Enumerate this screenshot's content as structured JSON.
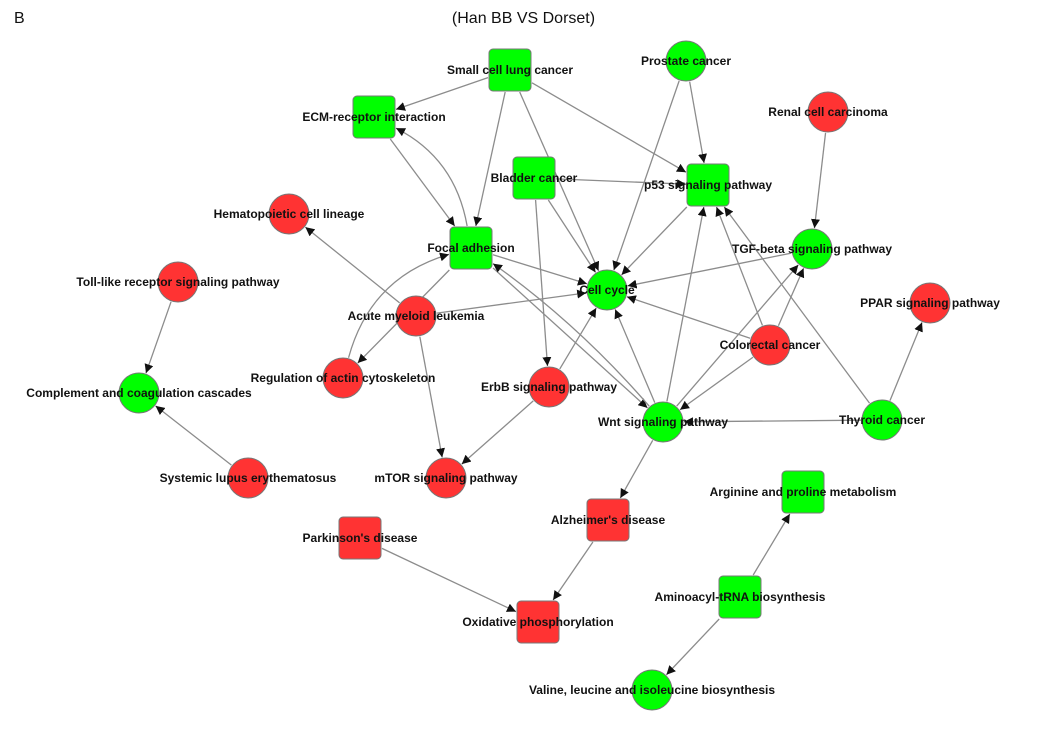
{
  "panel_letter": "B",
  "title": "(Han BB VS Dorset)",
  "colors": {
    "up": "#00ff00",
    "down": "#ff3333",
    "edge": "#8c8c8c"
  },
  "chart_data": {
    "type": "network",
    "title": "(Han BB VS Dorset)",
    "legend": "none",
    "nodes": [
      {
        "id": "sclc",
        "label": "Small cell lung cancer",
        "shape": "square",
        "color": "green"
      },
      {
        "id": "prostate",
        "label": "Prostate cancer",
        "shape": "circle",
        "color": "green"
      },
      {
        "id": "ecm",
        "label": "ECM-receptor interaction",
        "shape": "square",
        "color": "green"
      },
      {
        "id": "renal",
        "label": "Renal cell carcinoma",
        "shape": "circle",
        "color": "red"
      },
      {
        "id": "bladder",
        "label": "Bladder cancer",
        "shape": "square",
        "color": "green"
      },
      {
        "id": "p53",
        "label": "p53 signaling pathway",
        "shape": "square",
        "color": "green"
      },
      {
        "id": "hema",
        "label": "Hematopoietic cell lineage",
        "shape": "circle",
        "color": "red"
      },
      {
        "id": "focal",
        "label": "Focal adhesion",
        "shape": "square",
        "color": "green"
      },
      {
        "id": "tgf",
        "label": "TGF-beta signaling pathway",
        "shape": "circle",
        "color": "green"
      },
      {
        "id": "toll",
        "label": "Toll-like receptor signaling pathway",
        "shape": "circle",
        "color": "red"
      },
      {
        "id": "cellcycle",
        "label": "Cell cycle",
        "shape": "circle",
        "color": "green"
      },
      {
        "id": "ppar",
        "label": "PPAR signaling pathway",
        "shape": "circle",
        "color": "red"
      },
      {
        "id": "aml",
        "label": "Acute myeloid leukemia",
        "shape": "circle",
        "color": "red"
      },
      {
        "id": "colorectal",
        "label": "Colorectal cancer",
        "shape": "circle",
        "color": "red"
      },
      {
        "id": "actin",
        "label": "Regulation of actin cytoskeleton",
        "shape": "circle",
        "color": "red"
      },
      {
        "id": "erbb",
        "label": "ErbB signaling pathway",
        "shape": "circle",
        "color": "red"
      },
      {
        "id": "complement",
        "label": "Complement and coagulation cascades",
        "shape": "circle",
        "color": "green"
      },
      {
        "id": "wnt",
        "label": "Wnt signaling pathway",
        "shape": "circle",
        "color": "green"
      },
      {
        "id": "thyroid",
        "label": "Thyroid cancer",
        "shape": "circle",
        "color": "green"
      },
      {
        "id": "sle",
        "label": "Systemic lupus erythematosus",
        "shape": "circle",
        "color": "red"
      },
      {
        "id": "mtor",
        "label": "mTOR signaling pathway",
        "shape": "circle",
        "color": "red"
      },
      {
        "id": "arginine",
        "label": "Arginine and proline metabolism",
        "shape": "square",
        "color": "green"
      },
      {
        "id": "alzheimer",
        "label": "Alzheimer's disease",
        "shape": "square",
        "color": "red"
      },
      {
        "id": "parkinson",
        "label": "Parkinson's disease",
        "shape": "square",
        "color": "red"
      },
      {
        "id": "aminoacyl",
        "label": "Aminoacyl-tRNA biosynthesis",
        "shape": "square",
        "color": "green"
      },
      {
        "id": "oxphos",
        "label": "Oxidative phosphorylation",
        "shape": "square",
        "color": "red"
      },
      {
        "id": "valine",
        "label": "Valine, leucine and isoleucine biosynthesis",
        "shape": "circle",
        "color": "green"
      }
    ],
    "edges": [
      {
        "source": "sclc",
        "target": "ecm"
      },
      {
        "source": "sclc",
        "target": "focal"
      },
      {
        "source": "sclc",
        "target": "cellcycle"
      },
      {
        "source": "sclc",
        "target": "p53"
      },
      {
        "source": "prostate",
        "target": "p53"
      },
      {
        "source": "prostate",
        "target": "cellcycle"
      },
      {
        "source": "renal",
        "target": "tgf"
      },
      {
        "source": "ecm",
        "target": "focal"
      },
      {
        "source": "focal",
        "target": "ecm"
      },
      {
        "source": "bladder",
        "target": "p53"
      },
      {
        "source": "bladder",
        "target": "cellcycle"
      },
      {
        "source": "bladder",
        "target": "erbb"
      },
      {
        "source": "p53",
        "target": "cellcycle"
      },
      {
        "source": "focal",
        "target": "cellcycle"
      },
      {
        "source": "focal",
        "target": "wnt"
      },
      {
        "source": "wnt",
        "target": "focal"
      },
      {
        "source": "focal",
        "target": "actin"
      },
      {
        "source": "actin",
        "target": "focal"
      },
      {
        "source": "aml",
        "target": "hema"
      },
      {
        "source": "aml",
        "target": "cellcycle"
      },
      {
        "source": "aml",
        "target": "mtor"
      },
      {
        "source": "tgf",
        "target": "cellcycle"
      },
      {
        "source": "colorectal",
        "target": "cellcycle"
      },
      {
        "source": "colorectal",
        "target": "p53"
      },
      {
        "source": "colorectal",
        "target": "tgf"
      },
      {
        "source": "colorectal",
        "target": "wnt"
      },
      {
        "source": "wnt",
        "target": "cellcycle"
      },
      {
        "source": "wnt",
        "target": "p53"
      },
      {
        "source": "wnt",
        "target": "tgf"
      },
      {
        "source": "wnt",
        "target": "alzheimer"
      },
      {
        "source": "thyroid",
        "target": "wnt"
      },
      {
        "source": "thyroid",
        "target": "p53"
      },
      {
        "source": "thyroid",
        "target": "ppar"
      },
      {
        "source": "erbb",
        "target": "cellcycle"
      },
      {
        "source": "erbb",
        "target": "mtor"
      },
      {
        "source": "toll",
        "target": "complement"
      },
      {
        "source": "sle",
        "target": "complement"
      },
      {
        "source": "parkinson",
        "target": "oxphos"
      },
      {
        "source": "alzheimer",
        "target": "oxphos"
      },
      {
        "source": "aminoacyl",
        "target": "arginine"
      },
      {
        "source": "aminoacyl",
        "target": "valine"
      }
    ]
  }
}
